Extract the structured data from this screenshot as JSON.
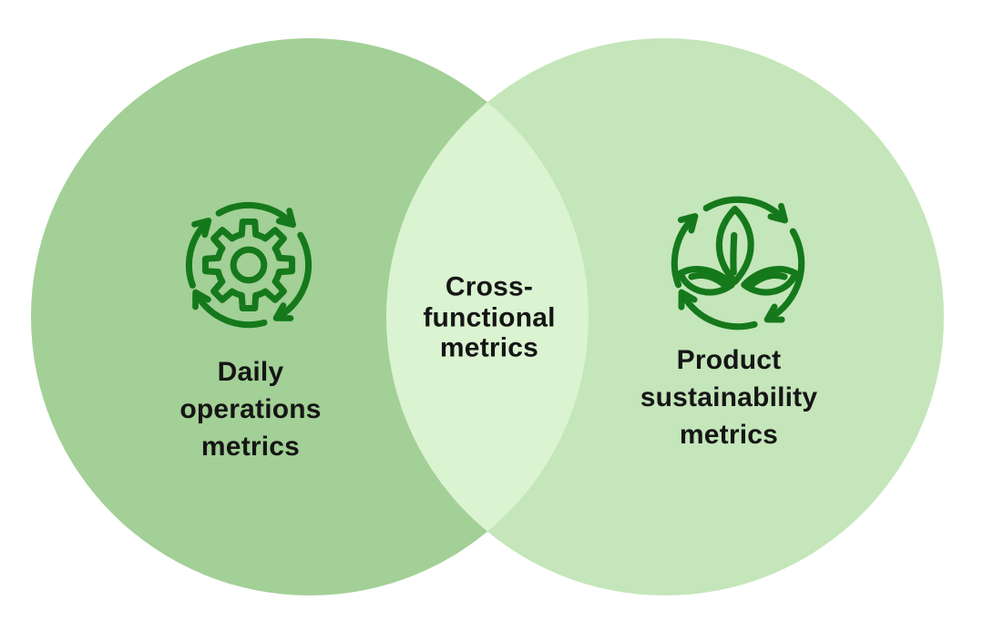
{
  "diagram": {
    "type": "venn-2-circle",
    "background_color": "#ffffff",
    "text_color": "#151515",
    "icon_stroke_color": "#15791c",
    "left": {
      "label": "Daily\noperations\nmetrics",
      "fill": "#a2d096",
      "icon": "gear-cycle-icon"
    },
    "right": {
      "label": "Product\nsustainability\nmetrics",
      "fill": "#c4e6ba",
      "icon": "plant-cycle-icon"
    },
    "overlap": {
      "label": "Cross-\nfunctional\nmetrics",
      "fill": "#daf3d0"
    }
  }
}
